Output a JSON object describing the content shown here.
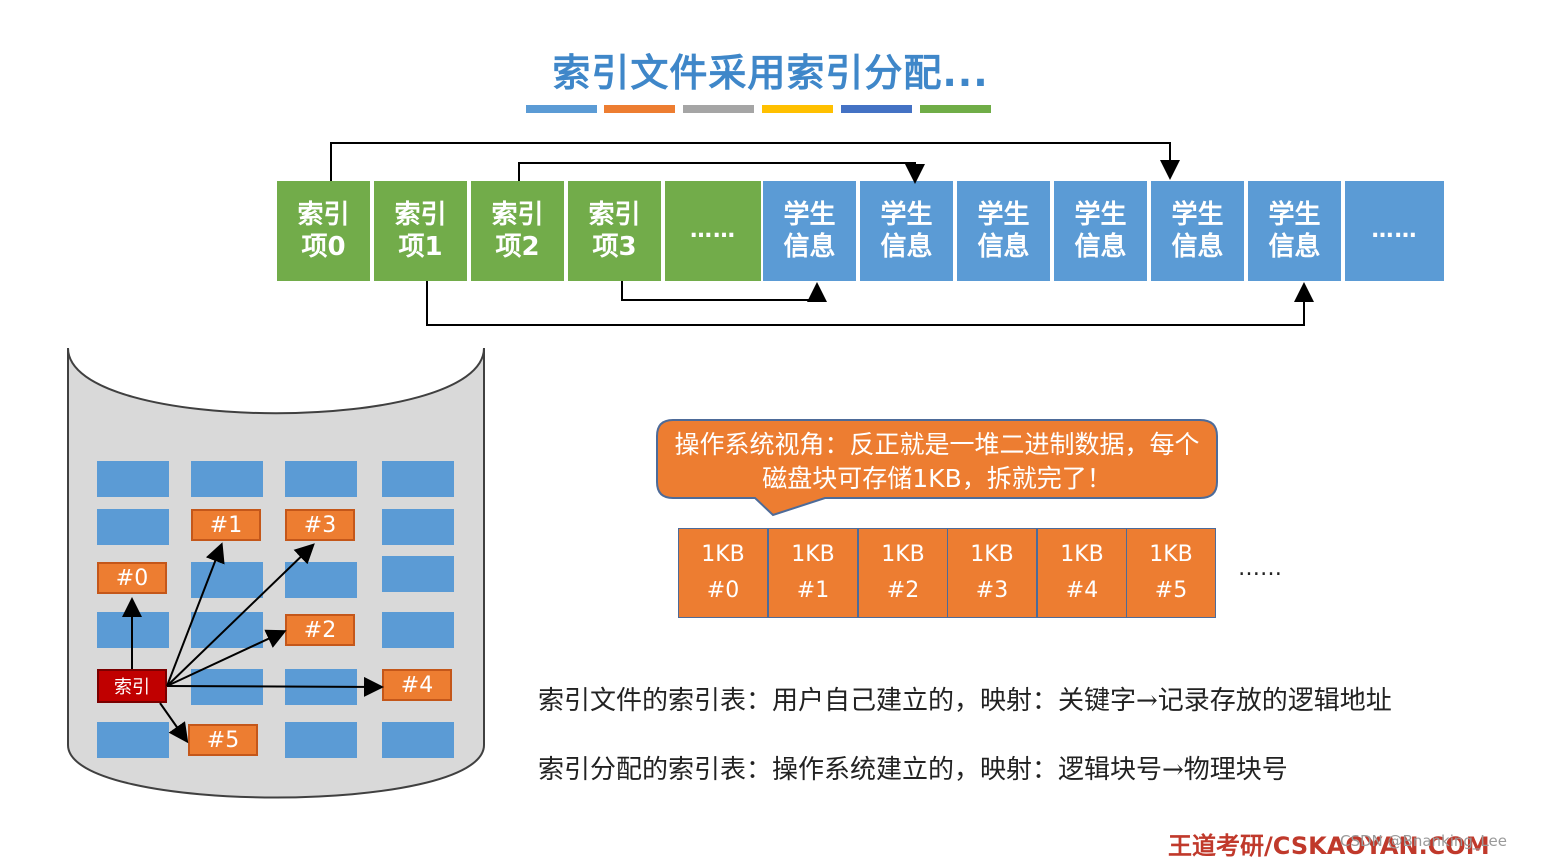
{
  "title": "索引文件采用索引分配...",
  "stripe_colors": [
    "#5b9bd5",
    "#ed7d31",
    "#a5a5a5",
    "#ffc000",
    "#4472c4",
    "#70ad47"
  ],
  "index_items": [
    {
      "line1": "索引",
      "line2": "项0"
    },
    {
      "line1": "索引",
      "line2": "项1"
    },
    {
      "line1": "索引",
      "line2": "项2"
    },
    {
      "line1": "索引",
      "line2": "项3"
    }
  ],
  "index_more": "……",
  "student_items": [
    {
      "line1": "学生",
      "line2": "信息"
    },
    {
      "line1": "学生",
      "line2": "信息"
    },
    {
      "line1": "学生",
      "line2": "信息"
    },
    {
      "line1": "学生",
      "line2": "信息"
    },
    {
      "line1": "学生",
      "line2": "信息"
    },
    {
      "line1": "学生",
      "line2": "信息"
    }
  ],
  "student_more": "……",
  "disk": {
    "index_label": "索引",
    "blocks": [
      "#0",
      "#1",
      "#2",
      "#3",
      "#4",
      "#5"
    ]
  },
  "bubble": "操作系统视角：反正就是一堆二进制数据，每个磁盘块可存储1KB，拆就完了！",
  "kb_blocks": [
    {
      "size": "1KB",
      "id": "#0"
    },
    {
      "size": "1KB",
      "id": "#1"
    },
    {
      "size": "1KB",
      "id": "#2"
    },
    {
      "size": "1KB",
      "id": "#3"
    },
    {
      "size": "1KB",
      "id": "#4"
    },
    {
      "size": "1KB",
      "id": "#5"
    }
  ],
  "kb_more": "……",
  "notes": [
    "索引文件的索引表：用户自己建立的，映射：关键字→记录存放的逻辑地址",
    "索引分配的索引表：操作系统建立的，映射：逻辑块号→物理块号"
  ],
  "footer": "王道考研/CSKAOYAN.COM",
  "watermark": "CSDN @Bnanking_Lee"
}
